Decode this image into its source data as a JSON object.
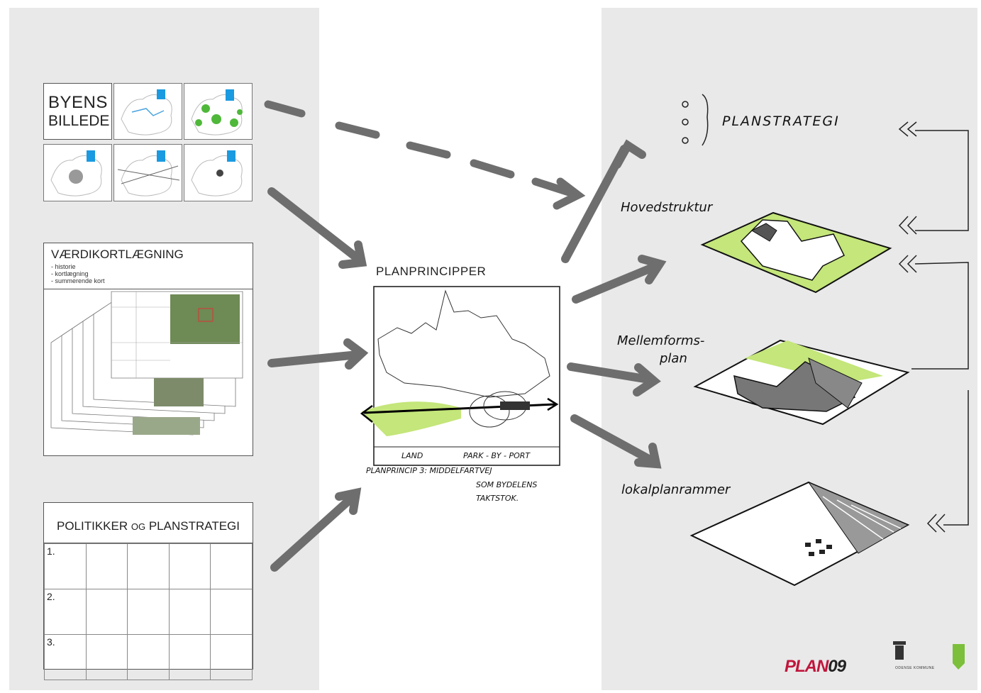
{
  "byens_billede": {
    "line1": "BYENS",
    "line2": "BILLEDE"
  },
  "vaerdikortlaegning": {
    "title": "VÆRDIKORTLÆGNING",
    "items": [
      "- historie",
      "- kortlægning",
      "- summerende kort"
    ]
  },
  "politikker": {
    "title_a": "POLITIKKER",
    "title_og": "OG",
    "title_b": "PLANSTRATEGI",
    "rows": [
      "1.",
      "2.",
      "3."
    ]
  },
  "planprincipper": {
    "title": "PLANPRINCIPPER",
    "sketch_labels": {
      "land": "LAND",
      "park": "PARK - BY - PORT",
      "caption_line1": "PLANPRINCIP 3: MIDDELFARTVEJ",
      "caption_line2": "SOM BYDELENS",
      "caption_line3": "TAKTSTOK."
    }
  },
  "plan_levels": {
    "planstrategi": "PLANSTRATEGI",
    "hovedstruktur": "Hovedstruktur",
    "mellemforms_line1": "Mellemforms-",
    "mellemforms_line2": "plan",
    "lokalplan": "lokalplanrammer"
  },
  "footer": {
    "logo_plan": "PLAN",
    "logo_09": "09",
    "kommune": "ODENSE KOMMUNE"
  },
  "colors": {
    "background_panel": "#e9e9e9",
    "arrow": "#6e6e6e",
    "green": "#c4e67a",
    "logo_red": "#c0163c"
  }
}
